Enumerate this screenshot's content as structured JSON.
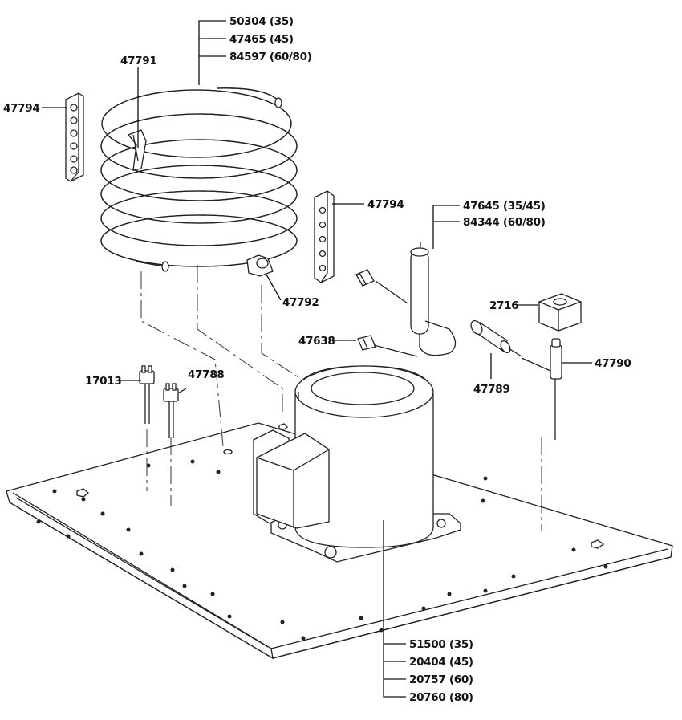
{
  "callouts": {
    "coil": [
      "50304 (35)",
      "47465 (45)",
      "84597 (60/80)"
    ],
    "clip_top": "47791",
    "bracket_left": "47794",
    "bracket_right": "47794",
    "drier": [
      "47645 (35/45)",
      "84344 (60/80)"
    ],
    "clamp": "47792",
    "coil_magnet": "2716",
    "fitting": "47638",
    "valve": "47790",
    "filter": "47789",
    "switch_a": "17013",
    "switch_b": "47788",
    "compressor": [
      "51500 (35)",
      "20404 (45)",
      "20757 (60)",
      "20760 (80)"
    ]
  }
}
